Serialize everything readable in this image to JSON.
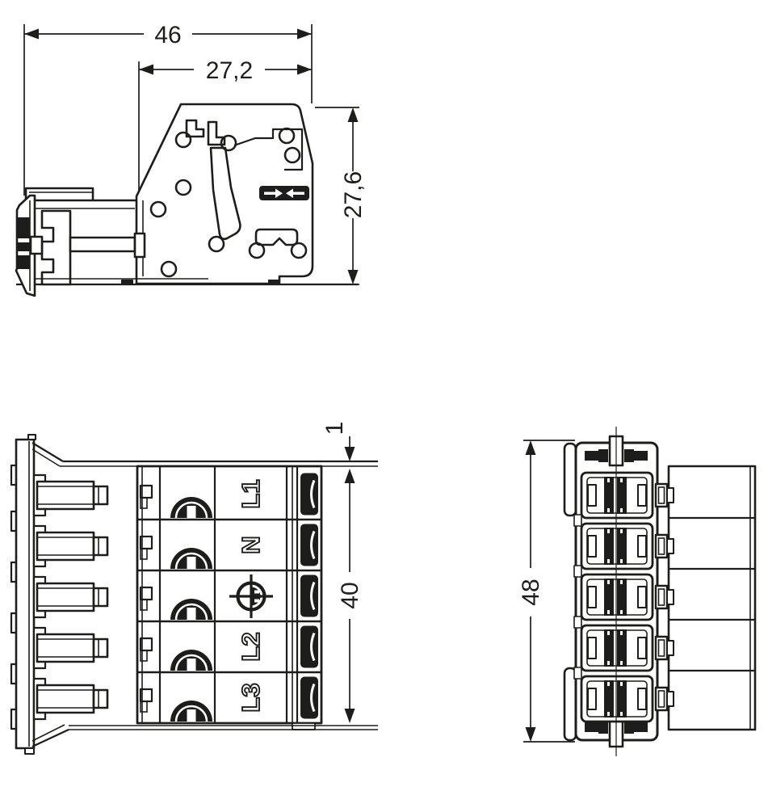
{
  "drawing": {
    "background": "#ffffff",
    "line_color": "#1d1d1b",
    "type": "technical-dimension-drawing",
    "subject": "5-pole plug connector, three orthographic views"
  },
  "side_view": {
    "dim_total_width": "46",
    "dim_clamp_width": "27,2",
    "dim_clamp_height": "27,6"
  },
  "front_view": {
    "dim_flange_thickness": "1",
    "dim_body_height": "40",
    "pole_count": 5,
    "terminals": [
      {
        "id": "pole-1",
        "label": "L1"
      },
      {
        "id": "pole-2",
        "label": "N"
      },
      {
        "id": "pole-3",
        "label": "",
        "symbol": "protective-earth"
      },
      {
        "id": "pole-4",
        "label": "L2"
      },
      {
        "id": "pole-5",
        "label": "L3"
      }
    ]
  },
  "mating_view": {
    "dim_overall_height": "48",
    "pole_count": 5
  }
}
